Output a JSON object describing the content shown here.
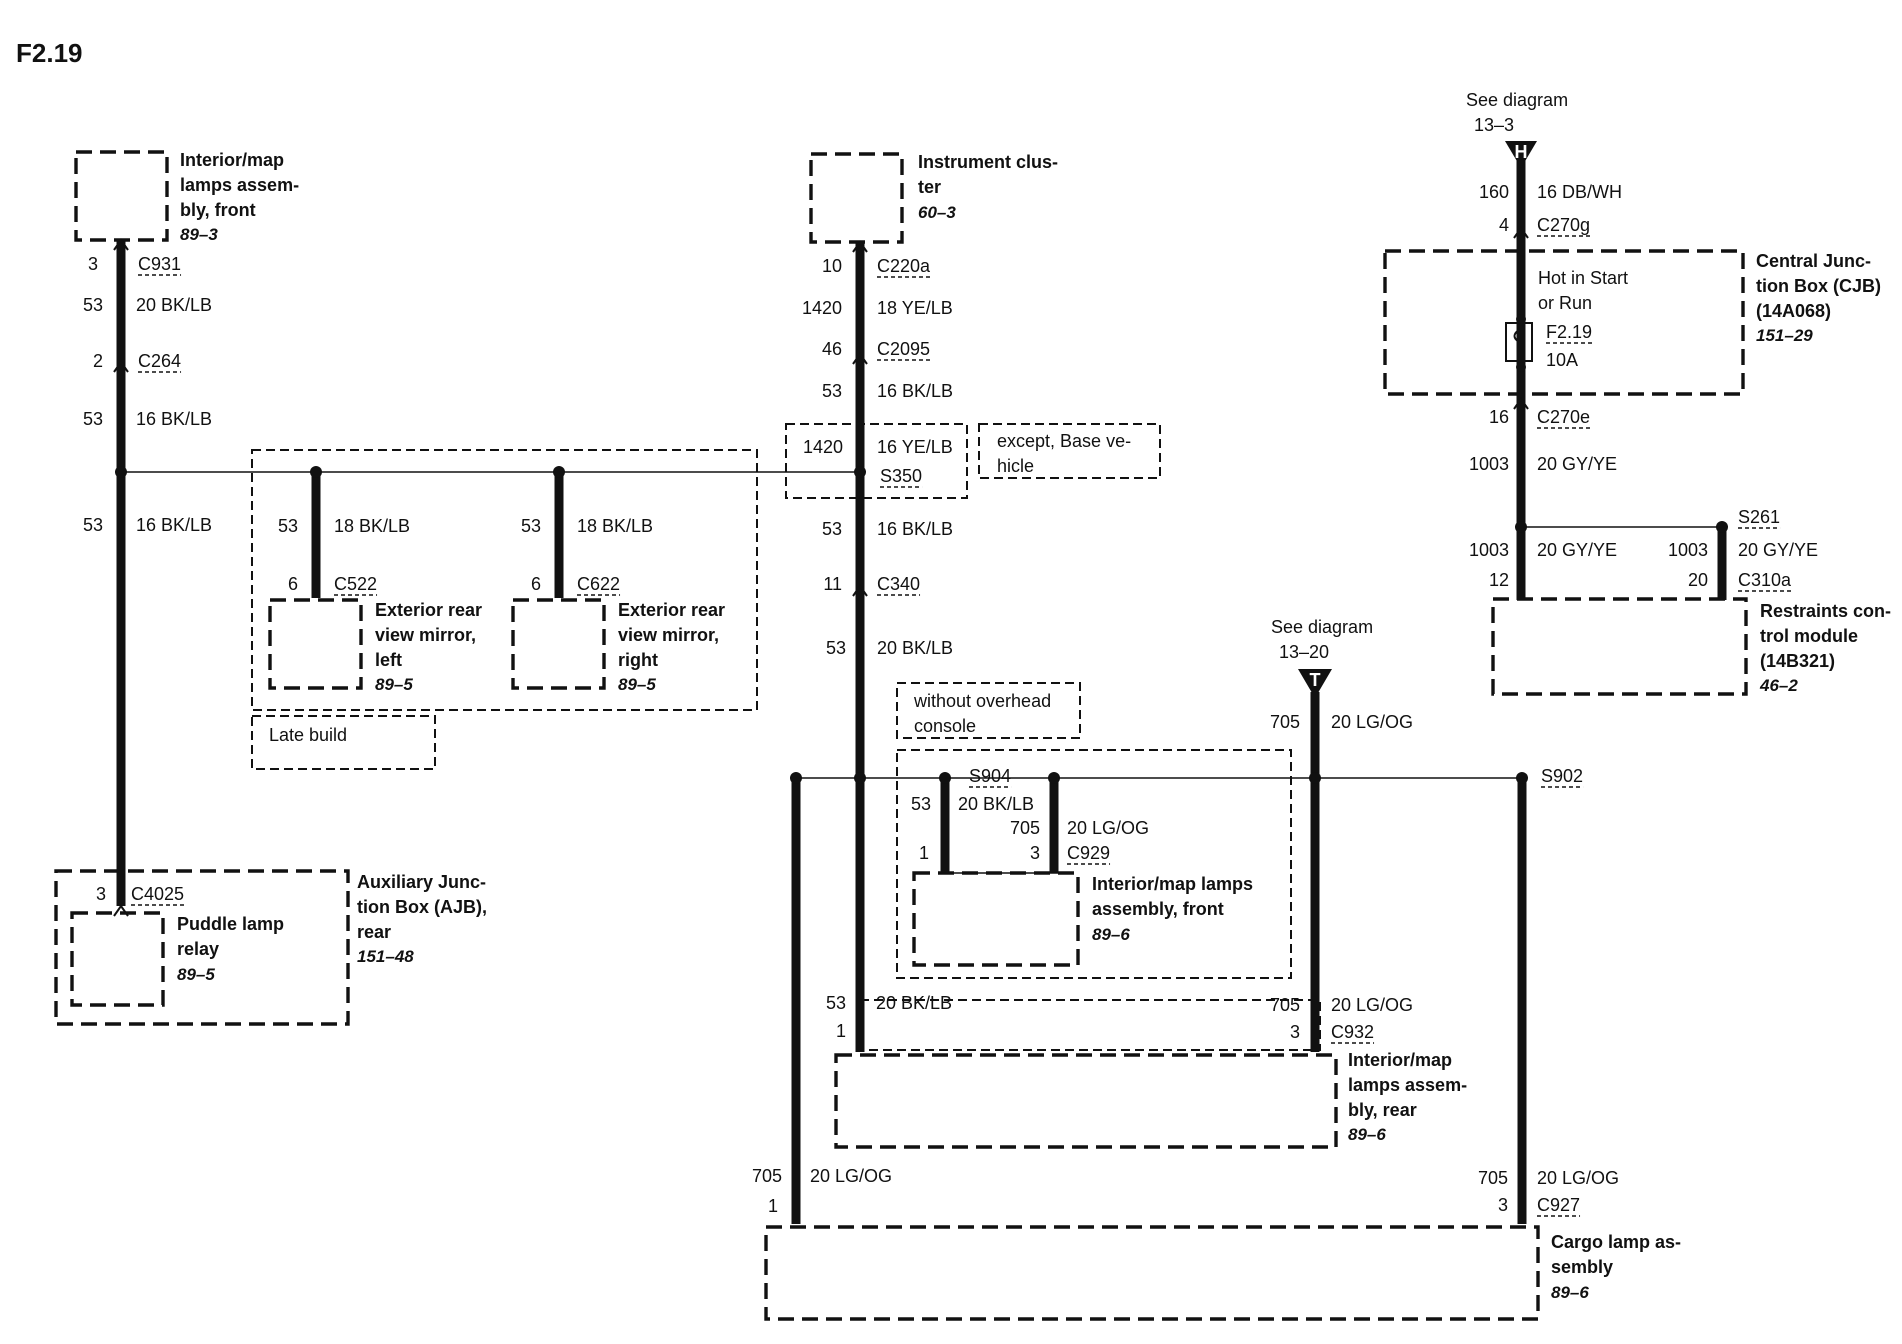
{
  "figure_id": "F2.19",
  "references": {
    "diag_h": {
      "line1": "See diagram",
      "line2": "13–3",
      "letter": "H"
    },
    "diag_t": {
      "line1": "See diagram",
      "line2": "13–20",
      "letter": "T"
    }
  },
  "components": {
    "int_front_top": {
      "lines": [
        "Interior/map",
        "lamps assem-",
        "bly, front"
      ],
      "ref": "89–3"
    },
    "instrument": {
      "lines": [
        "Instrument clus-",
        "ter"
      ],
      "ref": "60–3"
    },
    "cjb": {
      "lines": [
        "Central Junc-",
        "tion Box (CJB)",
        "(14A068)"
      ],
      "ref": "151–29"
    },
    "cjb_inner": {
      "lines": [
        "Hot in Start",
        "or Run"
      ],
      "fuse_name": "F2.19",
      "fuse_amp": "10A"
    },
    "mirror_left": {
      "lines": [
        "Exterior rear",
        "view mirror,",
        "left"
      ],
      "ref": "89–5"
    },
    "mirror_right": {
      "lines": [
        "Exterior rear",
        "view mirror,",
        "right"
      ],
      "ref": "89–5"
    },
    "restraints": {
      "lines": [
        "Restraints con-",
        "trol module",
        "(14B321)"
      ],
      "ref": "46–2"
    },
    "ajb": {
      "lines": [
        "Auxiliary Junc-",
        "tion Box (AJB),",
        "rear"
      ],
      "ref": "151–48"
    },
    "puddle": {
      "lines": [
        "Puddle lamp",
        "relay"
      ],
      "ref": "89–5"
    },
    "int_front_mid": {
      "lines": [
        "Interior/map lamps",
        "assembly, front"
      ],
      "ref": "89–6"
    },
    "int_rear": {
      "lines": [
        "Interior/map",
        "lamps assem-",
        "bly, rear"
      ],
      "ref": "89–6"
    },
    "cargo": {
      "lines": [
        "Cargo lamp as-",
        "sembly"
      ],
      "ref": "89–6"
    }
  },
  "notes": {
    "except_base": [
      "except, Base ve-",
      "hicle"
    ],
    "late_build": "Late build",
    "without_console": [
      "without overhead",
      "console"
    ]
  },
  "splices": [
    "S350",
    "S261",
    "S904",
    "S902"
  ],
  "labels": [
    {
      "id": "a1",
      "t": "3"
    },
    {
      "id": "a2",
      "t": "C931",
      "u": true
    },
    {
      "id": "a3",
      "t": "53"
    },
    {
      "id": "a4",
      "t": "20 BK/LB"
    },
    {
      "id": "a5",
      "t": "2"
    },
    {
      "id": "a6",
      "t": "C264",
      "u": true
    },
    {
      "id": "a7",
      "t": "53"
    },
    {
      "id": "a8",
      "t": "16 BK/LB"
    },
    {
      "id": "a9",
      "t": "53"
    },
    {
      "id": "a10",
      "t": "16 BK/LB"
    },
    {
      "id": "a11",
      "t": "3"
    },
    {
      "id": "a12",
      "t": "C4025",
      "u": true
    },
    {
      "id": "b1",
      "t": "53"
    },
    {
      "id": "b2",
      "t": "18 BK/LB"
    },
    {
      "id": "b3",
      "t": "6"
    },
    {
      "id": "b4",
      "t": "C522",
      "u": true
    },
    {
      "id": "c1",
      "t": "53"
    },
    {
      "id": "c2",
      "t": "18 BK/LB"
    },
    {
      "id": "c3",
      "t": "6"
    },
    {
      "id": "c4",
      "t": "C622",
      "u": true
    },
    {
      "id": "d1",
      "t": "10"
    },
    {
      "id": "d2",
      "t": "C220a",
      "u": true
    },
    {
      "id": "d3",
      "t": "1420"
    },
    {
      "id": "d4",
      "t": "18 YE/LB"
    },
    {
      "id": "d5",
      "t": "46"
    },
    {
      "id": "d6",
      "t": "C2095",
      "u": true
    },
    {
      "id": "d7",
      "t": "53"
    },
    {
      "id": "d8",
      "t": "16 BK/LB"
    },
    {
      "id": "d9",
      "t": "1420"
    },
    {
      "id": "d10",
      "t": "16 YE/LB"
    },
    {
      "id": "d11",
      "t": "S350",
      "u": true
    },
    {
      "id": "d12",
      "t": "53"
    },
    {
      "id": "d13",
      "t": "16 BK/LB"
    },
    {
      "id": "d14",
      "t": "11"
    },
    {
      "id": "d15",
      "t": "C340",
      "u": true
    },
    {
      "id": "d16",
      "t": "53"
    },
    {
      "id": "d17",
      "t": "20 BK/LB"
    },
    {
      "id": "e1",
      "t": "160"
    },
    {
      "id": "e2",
      "t": "16 DB/WH"
    },
    {
      "id": "e3",
      "t": "4"
    },
    {
      "id": "e4",
      "t": "C270g",
      "u": true
    },
    {
      "id": "e5",
      "t": "16"
    },
    {
      "id": "e6",
      "t": "C270e",
      "u": true
    },
    {
      "id": "e7",
      "t": "1003"
    },
    {
      "id": "e8",
      "t": "20 GY/YE"
    },
    {
      "id": "e9",
      "t": "S261",
      "u": true
    },
    {
      "id": "e10",
      "t": "1003"
    },
    {
      "id": "e11",
      "t": "20 GY/YE"
    },
    {
      "id": "e12",
      "t": "1003"
    },
    {
      "id": "e13",
      "t": "20 GY/YE"
    },
    {
      "id": "e14",
      "t": "12"
    },
    {
      "id": "e15",
      "t": "20"
    },
    {
      "id": "e16",
      "t": "C310a",
      "u": true
    },
    {
      "id": "f1",
      "t": "705"
    },
    {
      "id": "f2",
      "t": "20 LG/OG"
    },
    {
      "id": "f3",
      "t": "S904",
      "u": true
    },
    {
      "id": "f4",
      "t": "53"
    },
    {
      "id": "f5",
      "t": "20 BK/LB"
    },
    {
      "id": "f6",
      "t": "705"
    },
    {
      "id": "f7",
      "t": "20 LG/OG"
    },
    {
      "id": "f8",
      "t": "1"
    },
    {
      "id": "f9",
      "t": "3"
    },
    {
      "id": "f10",
      "t": "C929",
      "u": true
    },
    {
      "id": "f11",
      "t": "S902",
      "u": true
    },
    {
      "id": "g1",
      "t": "53"
    },
    {
      "id": "g2",
      "t": "20 BK/LB"
    },
    {
      "id": "g3",
      "t": "1"
    },
    {
      "id": "g4",
      "t": "705"
    },
    {
      "id": "g5",
      "t": "20 LG/OG"
    },
    {
      "id": "g6",
      "t": "3"
    },
    {
      "id": "g7",
      "t": "C932",
      "u": true
    },
    {
      "id": "h1",
      "t": "705"
    },
    {
      "id": "h2",
      "t": "20 LG/OG"
    },
    {
      "id": "h3",
      "t": "1"
    },
    {
      "id": "h4",
      "t": "705"
    },
    {
      "id": "h5",
      "t": "20 LG/OG"
    },
    {
      "id": "h6",
      "t": "3"
    },
    {
      "id": "h7",
      "t": "C927",
      "u": true
    }
  ]
}
